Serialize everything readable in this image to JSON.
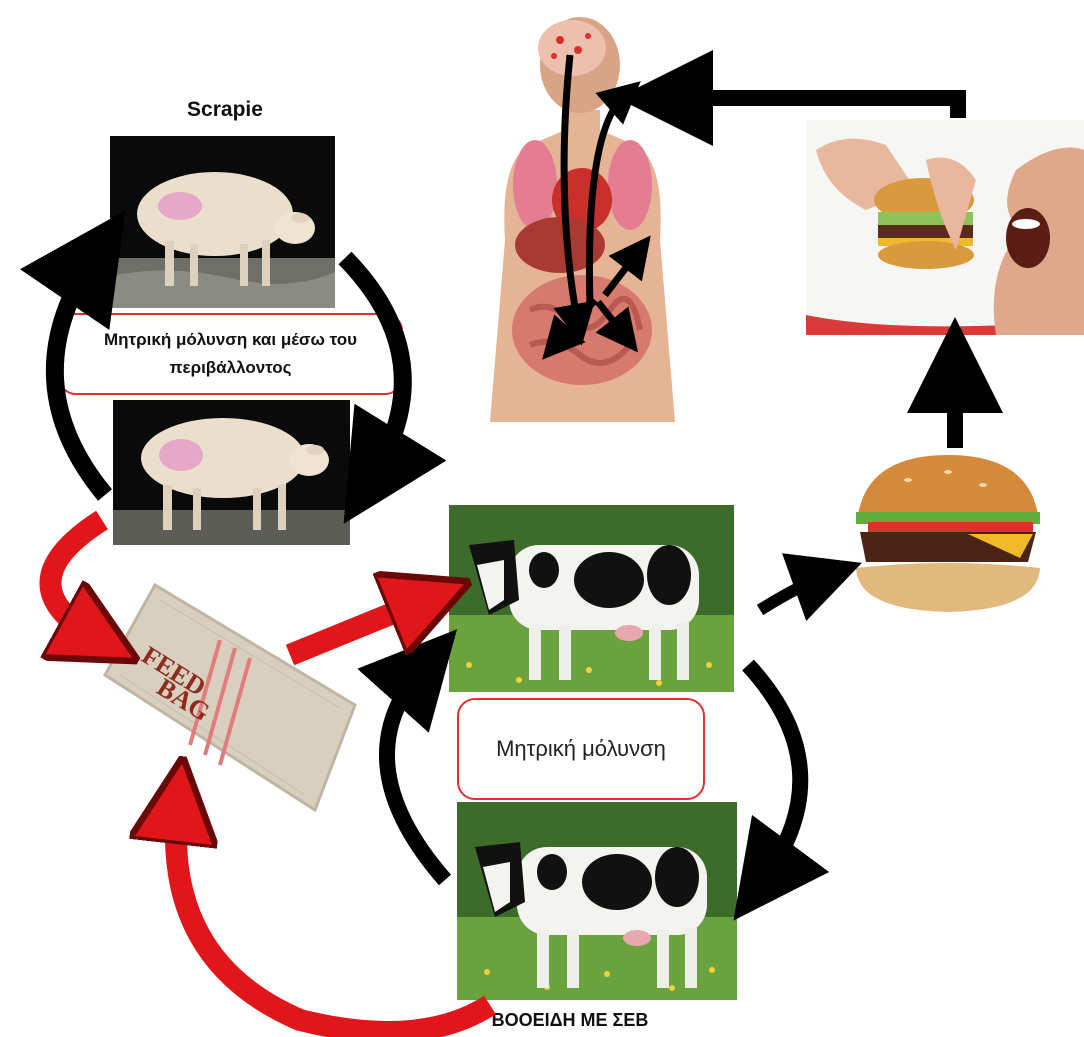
{
  "labels": {
    "scrapie_title": "Scrapie",
    "sheep_transmission": "Μητρική μόλυνση και μέσω του περιβάλλοντος",
    "cow_transmission": "Μητρική μόλυνση",
    "cattle_caption": "ΒΟΟΕΙΔΗ ΜΕ ΣΕΒ",
    "feed_bag_text_line1": "FEED",
    "feed_bag_text_line2": "BAG"
  },
  "colors": {
    "infection_arrow": "#e0161b",
    "cycle_arrow": "#000000",
    "box_border": "#e03030"
  },
  "images": [
    {
      "name": "sheep-top-photo",
      "depicts": "sheep with scrapie"
    },
    {
      "name": "sheep-bottom-photo",
      "depicts": "sheep with scrapie"
    },
    {
      "name": "human-anatomy-photo",
      "depicts": "human body with brain and organs"
    },
    {
      "name": "person-eating-burger-photo",
      "depicts": "person eating a hamburger"
    },
    {
      "name": "hamburger-photo",
      "depicts": "hamburger"
    },
    {
      "name": "cow-top-photo",
      "depicts": "holstein cow"
    },
    {
      "name": "cow-bottom-photo",
      "depicts": "holstein cow"
    },
    {
      "name": "feed-bag-photo",
      "depicts": "feed bag"
    }
  ]
}
